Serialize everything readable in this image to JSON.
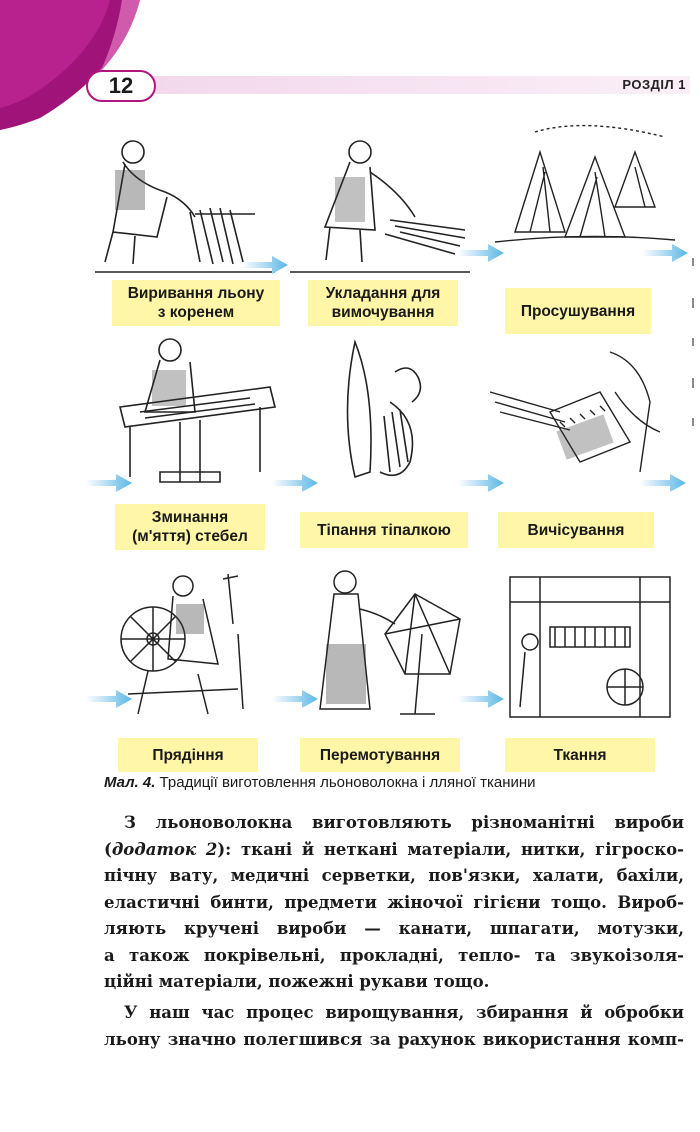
{
  "header": {
    "page_number": "12",
    "section": "РОЗДІЛ 1"
  },
  "figure": {
    "steps": [
      {
        "label_lines": [
          "Виривання льону",
          "з коренем"
        ]
      },
      {
        "label_lines": [
          "Укладання для",
          "вимочування"
        ]
      },
      {
        "label_lines": [
          "Просушування"
        ]
      },
      {
        "label_lines": [
          "Зминання",
          "(м'яття) стебел"
        ]
      },
      {
        "label_lines": [
          "Тіпання тіпалкою"
        ]
      },
      {
        "label_lines": [
          "Вичісування"
        ]
      },
      {
        "label_lines": [
          "Прядіння"
        ]
      },
      {
        "label_lines": [
          "Перемотування"
        ]
      },
      {
        "label_lines": [
          "Ткання"
        ]
      }
    ],
    "caption_label": "Мал. 4.",
    "caption_text": " Традиції виготовлення льоноволокна і лляної тканини"
  },
  "text": {
    "paragraph1": {
      "l1": "З льоноволокна виготовляють різноманітні вироби",
      "l2_a": "(",
      "l2_ref": "додаток 2",
      "l2_b": "): ткані й неткані матеріали, нитки, гігроско-",
      "l3": "пічну вату, медичні серветки, пов'язки, халати, бахіли,",
      "l4": "еластичні бинти, предмети жіночої гігієни тощо. Вироб-",
      "l5": "ляють кручені вироби — канати, шпагати, мотузки,",
      "l6": "а також покрівельні, прокладні, тепло- та звукоізоля-",
      "l7": "ційні матеріали, пожежні рукави тощо."
    },
    "paragraph2": {
      "l1": "У наш час процес вирощування, збирання й обробки",
      "l2": "льону значно полегшився за рахунок використання комп-"
    }
  },
  "colors": {
    "accent_magenta": "#a0147a",
    "header_band": "#f3d8ec",
    "caption_yellow": "#fff6a8",
    "arrow_blue": "#5ab6e6"
  }
}
